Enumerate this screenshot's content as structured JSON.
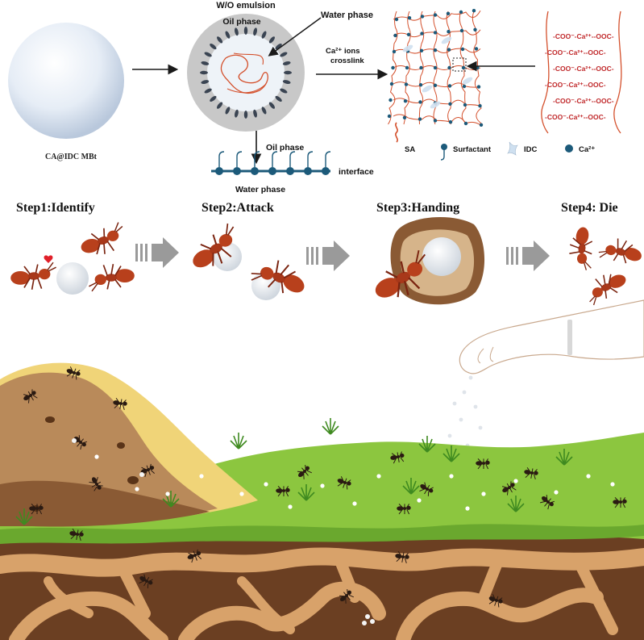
{
  "top": {
    "bead_label": "CA@IDC MBt",
    "emulsion_title": "W/O emulsion",
    "oil_phase_label": "Oil phase",
    "water_phase_label": "Water phase",
    "crosslink_label_line1": "Ca²⁺ ions",
    "crosslink_label_line2": "crosslink",
    "interface_oil_label": "Oil phase",
    "interface_water_label": "Water phase",
    "interface_label": "interface",
    "chain_rows": [
      "-COO⁻-Ca²⁺--OOC-",
      "-COO⁻-Ca²⁺--OOC-",
      "-COO⁻-Ca²⁺--OOC-",
      "-COO⁻-Ca²⁺--OOC-",
      "-COO⁻-Ca²⁺--OOC-",
      "-COO⁻-Ca²⁺--OOC-"
    ],
    "legend": {
      "sa": "SA",
      "surfactant": "Surfactant",
      "idc": "IDC",
      "ca": "Ca²⁺"
    }
  },
  "steps": [
    {
      "label": "Step1:Identify"
    },
    {
      "label": "Step2:Attack"
    },
    {
      "label": "Step3:Handing"
    },
    {
      "label": "Step4: Die"
    }
  ],
  "colors": {
    "ant": "#b8401c",
    "ant_dark": "#7a2410",
    "grass": "#8cc63f",
    "soil": "#6b3f22",
    "tunnel": "#d8a26a",
    "mound": "#b98a5a",
    "ca_blue": "#1c5a7a",
    "sa_red": "#d4502c"
  }
}
